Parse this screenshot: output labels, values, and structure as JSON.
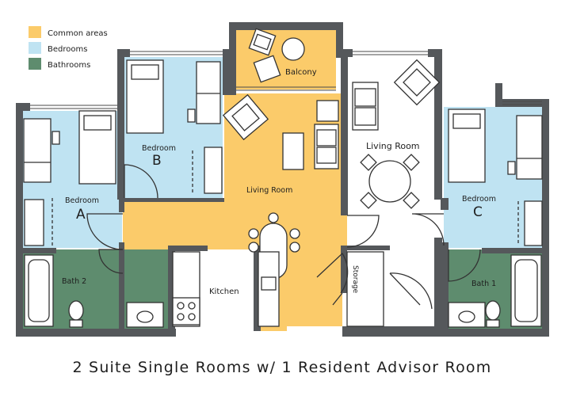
{
  "legend": [
    {
      "label": "Common areas",
      "color": "#FBCB6A"
    },
    {
      "label": "Bedrooms",
      "color": "#BFE3F2"
    },
    {
      "label": "Bathrooms",
      "color": "#5E8C6E"
    }
  ],
  "rooms": {
    "balcony": "Balcony",
    "bedroom_b_name": "Bedroom",
    "bedroom_b_letter": "B",
    "bedroom_a_name": "Bedroom",
    "bedroom_a_letter": "A",
    "bedroom_c_name": "Bedroom",
    "bedroom_c_letter": "C",
    "living_room_main": "Living Room",
    "living_room_ra": "Living Room",
    "kitchen": "Kitchen",
    "storage": "Storage",
    "bath_2": "Bath 2",
    "bath_1": "Bath 1"
  },
  "colors": {
    "common": "#FBCB6A",
    "bedroom": "#BFE3F2",
    "bathroom": "#5E8C6E",
    "wall": "#55585B"
  },
  "caption": "2 Suite Single Rooms w/ 1 Resident Advisor Room"
}
